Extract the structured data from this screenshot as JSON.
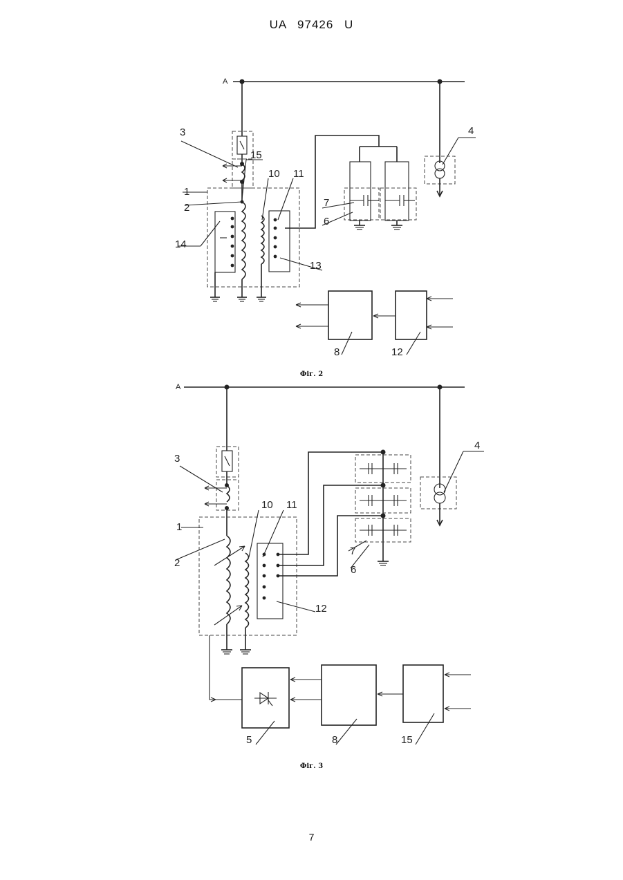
{
  "header": {
    "text": "UA   97426   U"
  },
  "page_number": "7",
  "figure2": {
    "caption": "Фіг. 2",
    "bus_label": "A",
    "labels": [
      "1",
      "2",
      "3",
      "4",
      "6",
      "7",
      "8",
      "10",
      "11",
      "12",
      "13",
      "14",
      "15"
    ]
  },
  "figure3": {
    "caption": "Фіг. 3",
    "bus_label": "A",
    "labels": [
      "1",
      "2",
      "3",
      "4",
      "5",
      "6",
      "7",
      "8",
      "10",
      "11",
      "12",
      "15"
    ]
  }
}
